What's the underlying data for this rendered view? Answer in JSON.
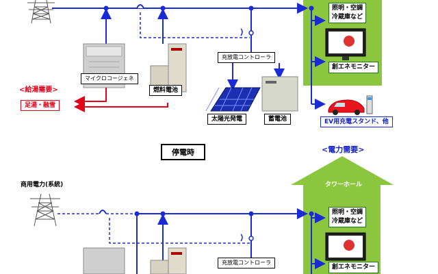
{
  "diagram": {
    "top": {
      "lighting_label": "照明・空調",
      "fridge_label": "冷蔵庫など",
      "monitor_label": "創エネモニター",
      "microcogen_label": "マイクロコージェネ",
      "fuelcell_label": "燃料電池",
      "charge_controller_label": "充放電コントローラ",
      "hotwater_demand_label": "<給湯需要>",
      "footbath_label": "足湯・融雪",
      "solar_label": "太陽光発電",
      "battery_label": "蓄電池",
      "ev_label": "EV用充電スタンド、他"
    },
    "mode_label": "停電時",
    "power_demand_label": "<電力需要>",
    "bottom": {
      "grid_label": "商用電力(系統)",
      "tower_hall_label": "タワーホール",
      "lighting_label": "照明・空調",
      "fridge_label": "冷蔵庫など",
      "monitor_label": "創エネモニター",
      "charge_controller_label": "充放電コントローラ"
    },
    "colors": {
      "power_line": "#1a2bd6",
      "heat_line": "#e0001a",
      "demand_green": "#8cc63f"
    },
    "icons": [
      "power-tower-icon",
      "microcogen-unit-icon",
      "fuel-cell-unit-icon",
      "solar-panel-icon",
      "battery-unit-icon",
      "ev-car-icon",
      "charger-stand-icon",
      "monitor-icon"
    ]
  }
}
